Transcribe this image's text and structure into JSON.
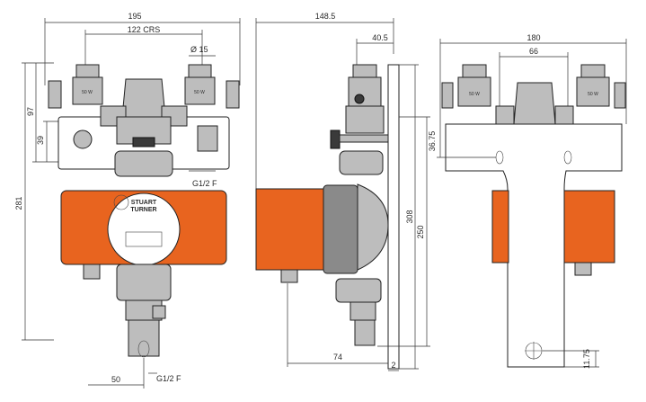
{
  "colors": {
    "pump": "#e8641f",
    "brass": "#bdbdbd",
    "dark_metal": "#8a8a8a",
    "line": "#333333"
  },
  "pump_brand": [
    "STUART",
    "TURNER"
  ],
  "valve_label": "50 W",
  "front_view": {
    "dim_overall_width": "195",
    "dim_centres": "122 CRS",
    "dim_pipe_dia": "Ø 15",
    "dim_height_97": "97",
    "dim_height_39": "39",
    "dim_overall_height": "281",
    "dim_bottom_50": "50",
    "thread_upper": "G1/2 F",
    "thread_lower": "G1/2 F"
  },
  "side_view": {
    "dim_depth": "148.5",
    "dim_offset": "40.5",
    "dim_height_308": "308",
    "dim_height_250": "250",
    "dim_74": "74",
    "dim_2": "2"
  },
  "rear_view": {
    "dim_180": "180",
    "dim_66": "66",
    "dim_36_75": "36.75",
    "dim_11_75": "11.75"
  }
}
